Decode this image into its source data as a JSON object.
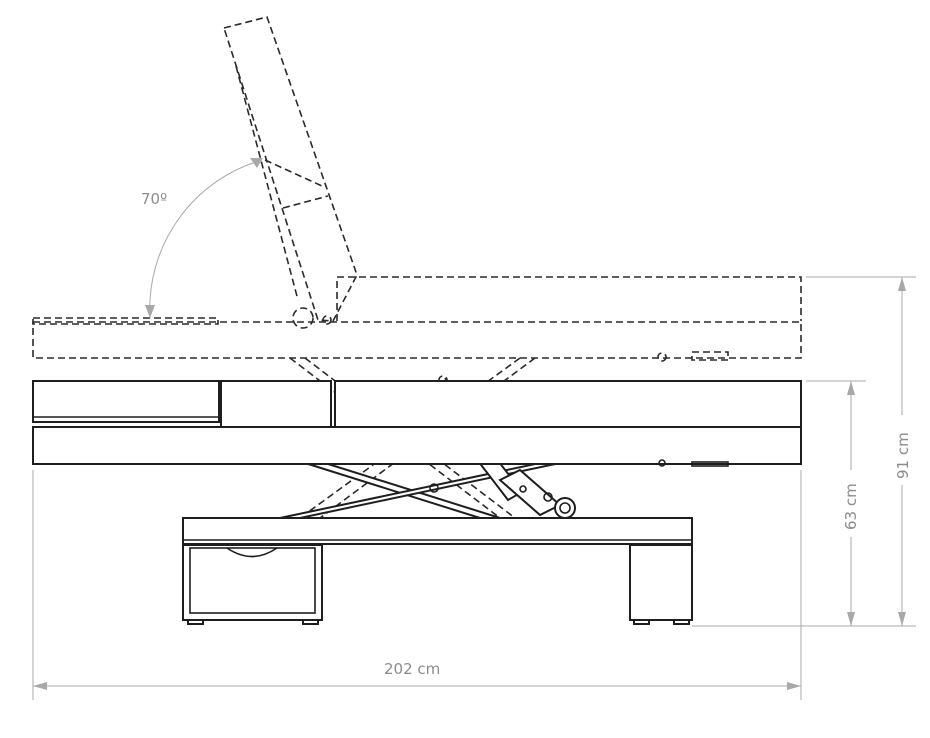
{
  "drawing": {
    "angle_label": "70º",
    "overall_length": "202 cm",
    "lower_height": "63 cm",
    "upper_height": "91 cm"
  },
  "colors": {
    "line": "#1e1e1e",
    "dimension": "#a8a8a8",
    "dimension_text": "#8c8c8c"
  }
}
